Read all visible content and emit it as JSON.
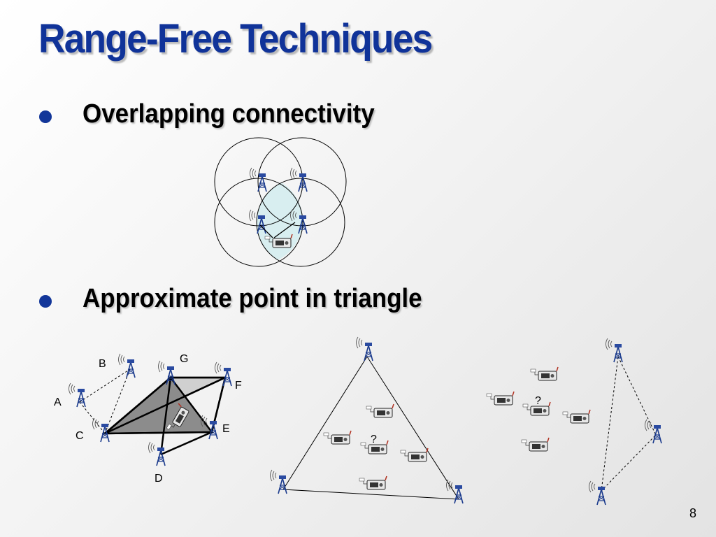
{
  "slide": {
    "title": "Range-Free Techniques",
    "bullets": [
      "Overlapping connectivity",
      "Approximate point in triangle"
    ],
    "page_number": "8"
  },
  "triangle_labels": [
    "A",
    "B",
    "C",
    "D",
    "E",
    "F",
    "G"
  ],
  "unknown_marker": "?",
  "colors": {
    "title": "#103399",
    "bullet": "#123699",
    "overlap_fill": "#d8eef0",
    "triangle_light": "#d0d0d0",
    "triangle_dark": "#8c8c8c",
    "icon_blue": "#1a3a8c",
    "device_accent": "#b03020"
  },
  "icons": [
    "radio-tower-icon",
    "mobile-device-icon"
  ]
}
